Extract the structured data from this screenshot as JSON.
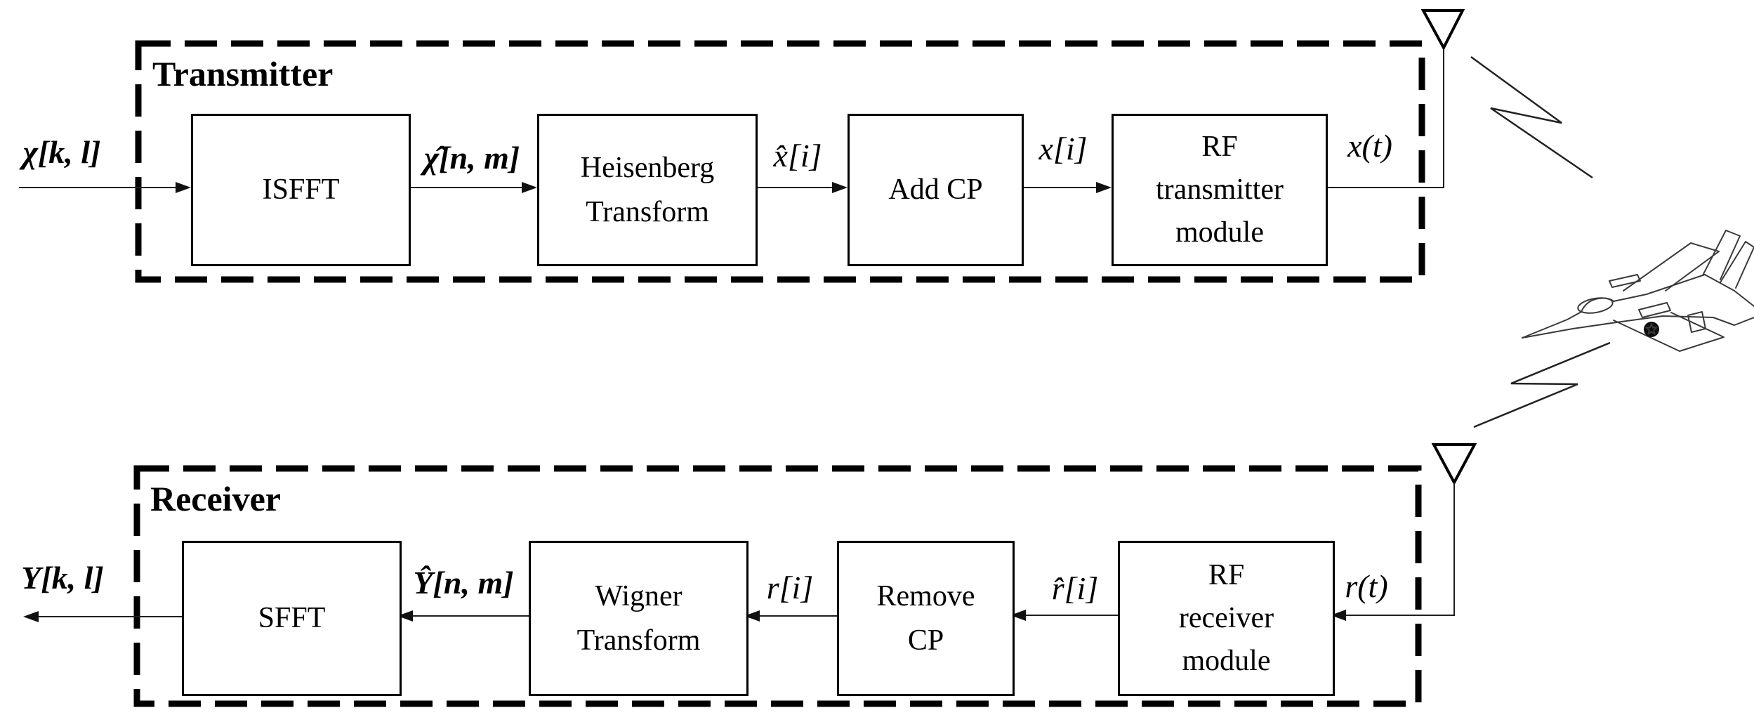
{
  "figure": {
    "background": "#ffffff",
    "ink": "#000000",
    "sketch_color": "#3a3a3a"
  },
  "transmitter": {
    "title": "Transmitter",
    "blocks": [
      {
        "id": "isfft",
        "lines": [
          "ISFFT"
        ]
      },
      {
        "id": "heisenberg-transform",
        "lines": [
          "Heisenberg",
          "Transform"
        ]
      },
      {
        "id": "add-cp",
        "lines": [
          "Add CP"
        ]
      },
      {
        "id": "rf-transmitter-module",
        "lines": [
          "RF",
          "transmitter",
          "module"
        ]
      }
    ],
    "signals": {
      "input": "χ[k, l]",
      "after_isfft": "χ̂[n, m]",
      "after_heisenberg": "x̂[i]",
      "after_add_cp": "x[i]",
      "rf_output": "x(t)"
    }
  },
  "receiver": {
    "title": "Receiver",
    "blocks": [
      {
        "id": "sfft",
        "lines": [
          "SFFT"
        ]
      },
      {
        "id": "wigner-transform",
        "lines": [
          "Wigner",
          "Transform"
        ]
      },
      {
        "id": "remove-cp",
        "lines": [
          "Remove",
          "CP"
        ]
      },
      {
        "id": "rf-receiver-module",
        "lines": [
          "RF",
          "receiver",
          "module"
        ]
      }
    ],
    "signals": {
      "output": "Y[k, l]",
      "before_sfft": "Ŷ[n, m]",
      "before_wigner": "r[i]",
      "before_remove_cp": "r̂[i]",
      "rf_input": "r(t)"
    }
  },
  "channel": {
    "icons": {
      "tx_antenna": "antenna-icon",
      "rx_antenna": "antenna-icon",
      "tx_lightning": "lightning-bolt-icon",
      "rx_lightning": "lightning-bolt-icon",
      "aircraft": "fighter-jet-illustration"
    }
  }
}
